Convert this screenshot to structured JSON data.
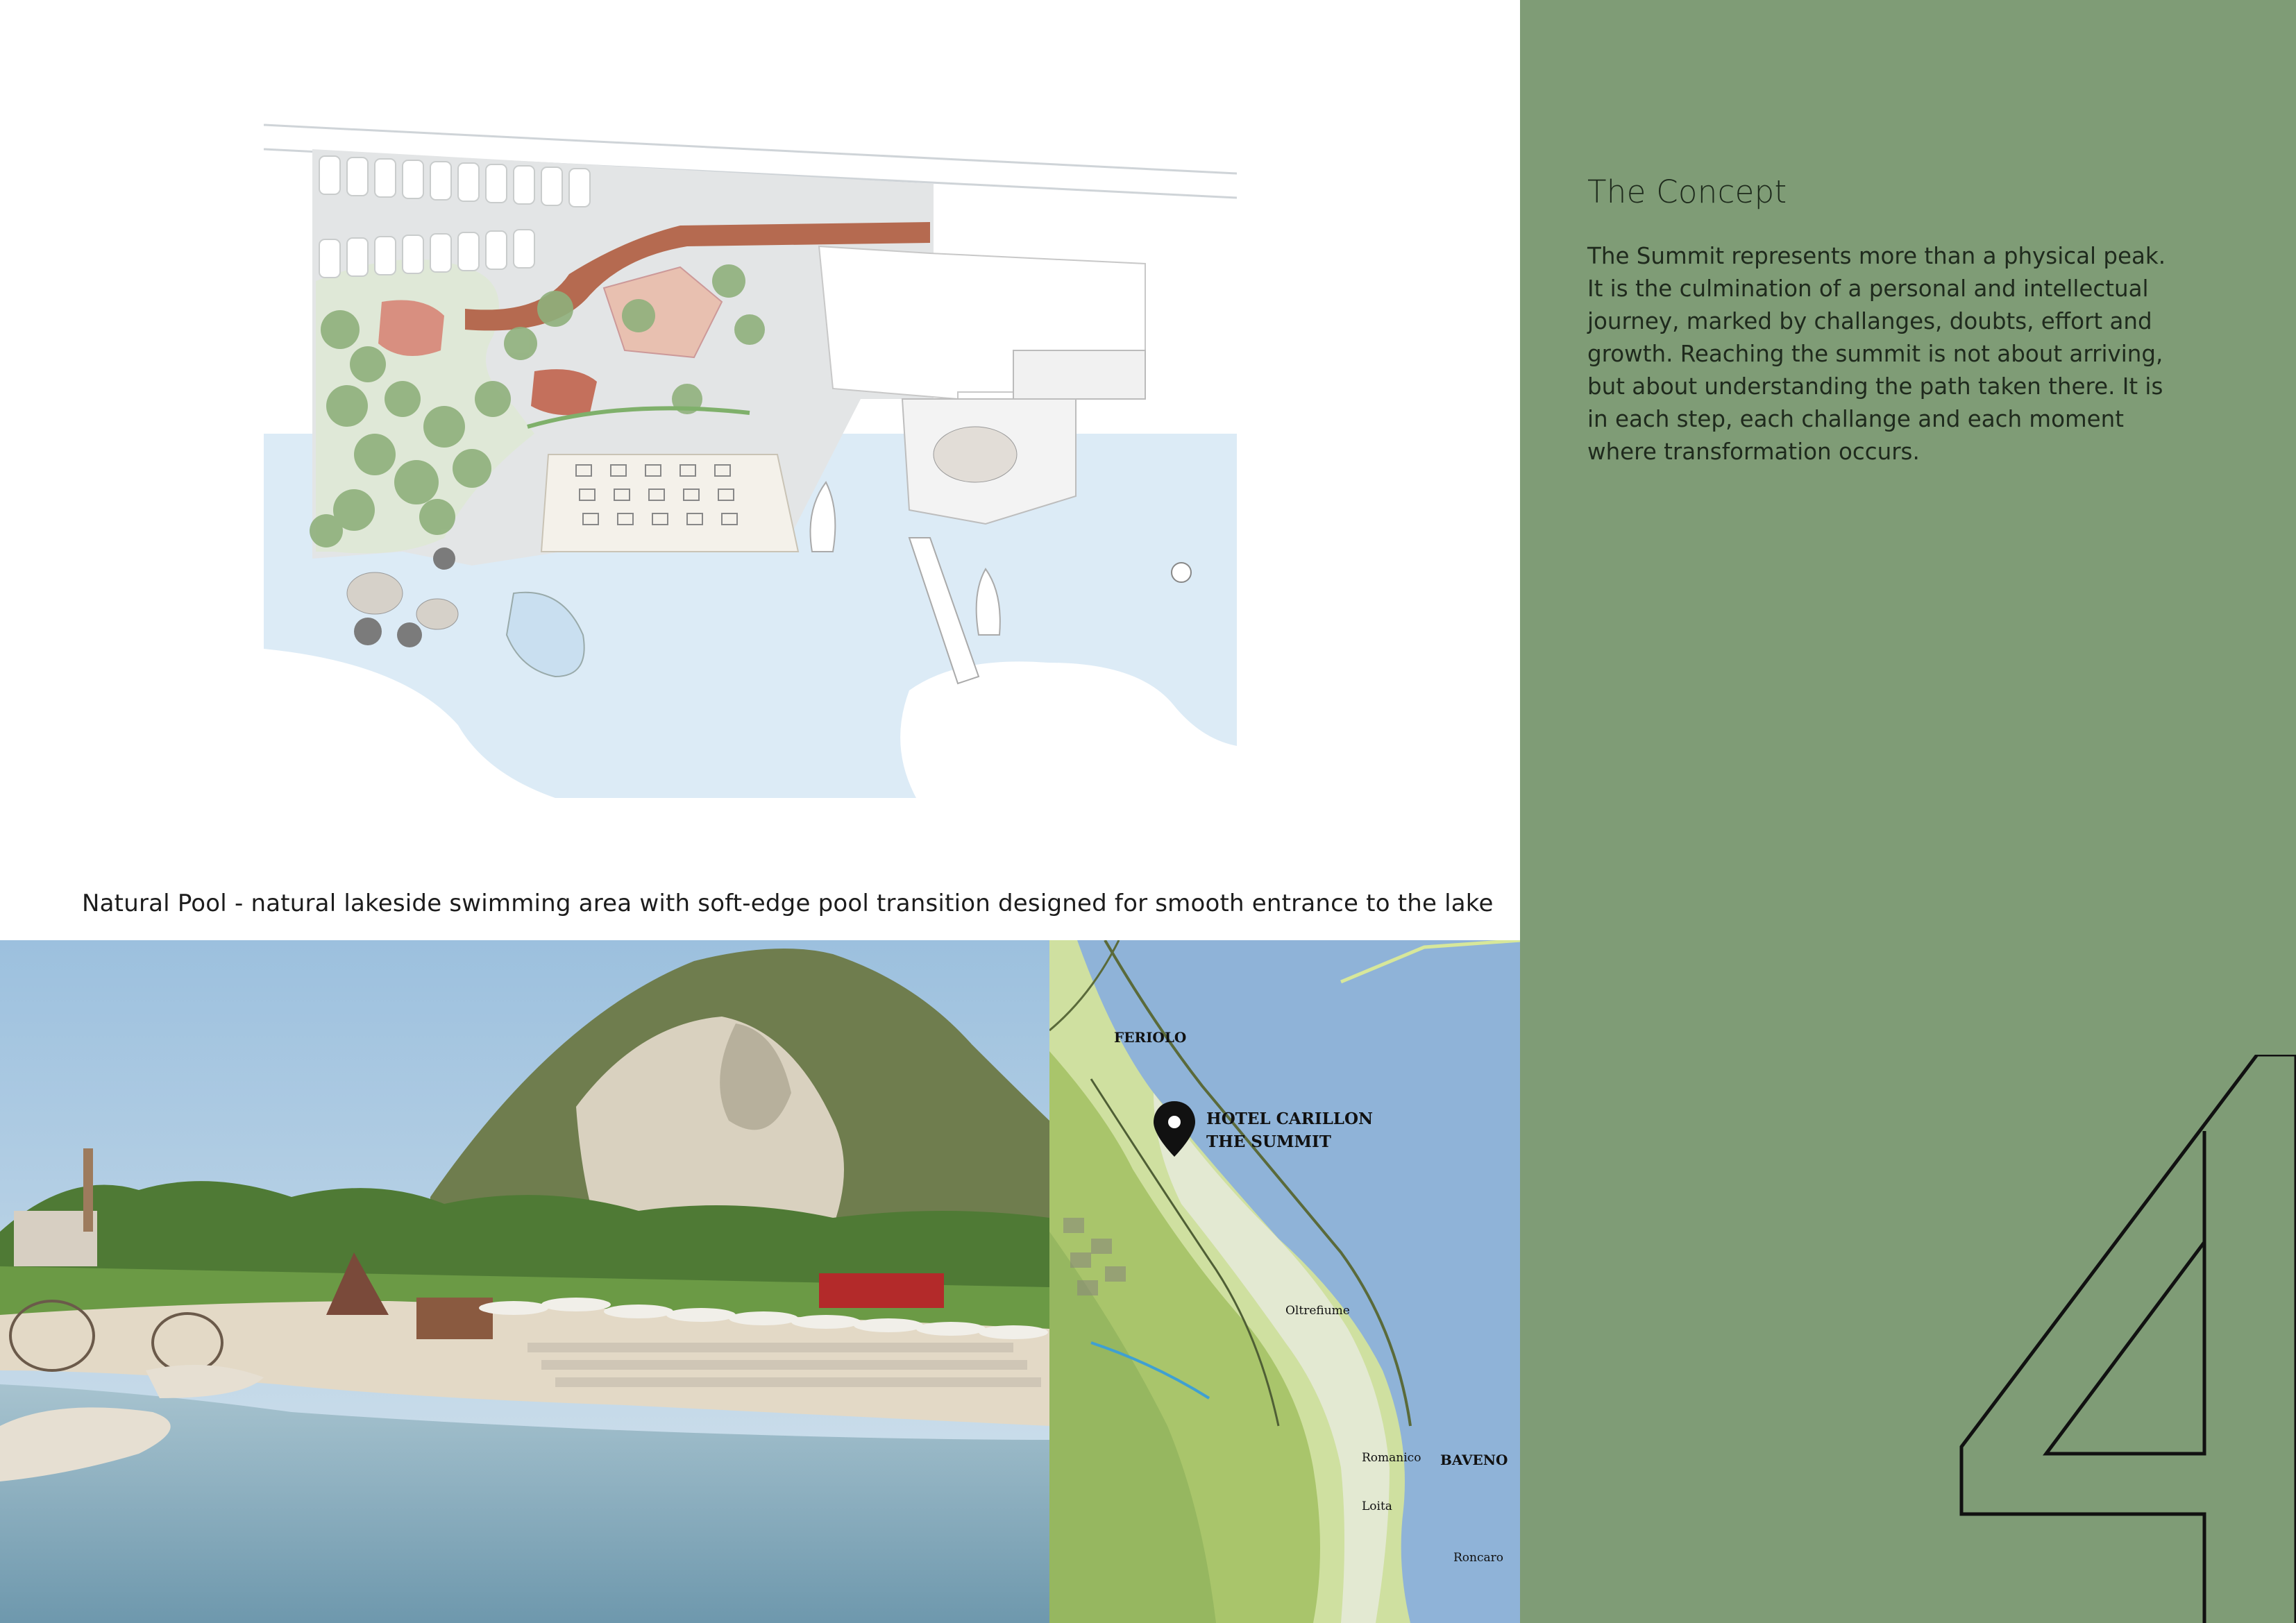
{
  "caption": "Natural Pool - natural lakeside swimming area with soft-edge pool transition designed for smooth entrance to the lake",
  "concept": {
    "title": "The Concept",
    "lines": [
      "The Summit represents more than a physical peak.",
      "It is the culmination of a personal and intellectual",
      "journey, marked by challanges, doubts, effort and",
      "growth. Reaching the summit is not about arriving,",
      "but about understanding the path taken there. It is",
      "in each step, each challange and each moment",
      "where transformation occurs."
    ]
  },
  "map": {
    "feriolo": "FERIOLO",
    "hotel_line1": "HOTEL CARILLON",
    "hotel_line2": "THE SUMMIT",
    "baveno": "BAVENO",
    "romanico": "Romanico",
    "oltrefiume": "Oltrefiume",
    "loita": "Loita",
    "roncaro": "Roncaro"
  },
  "page_number": "4",
  "colors": {
    "panel_green": "#7f9c76",
    "lake_blue": "#dcebf6",
    "outline": "#111111"
  }
}
